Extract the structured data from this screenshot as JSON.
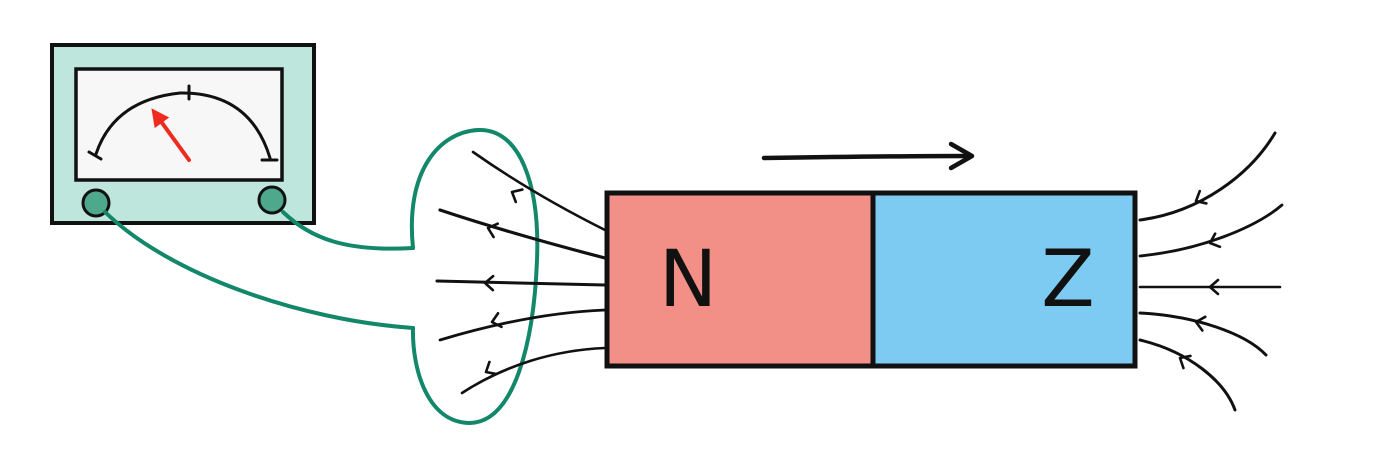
{
  "magnet": {
    "north_label": "N",
    "south_label": "Z",
    "north_color": "#f28f86",
    "south_color": "#7dcbf3"
  },
  "meter": {
    "body_color": "#bfe6dc",
    "terminal_color": "#4ea88c",
    "needle_color": "#ee2b1f",
    "needle_level": 0.3
  },
  "wire_color": "#12876a",
  "ink_color": "#111111",
  "motion": "right"
}
